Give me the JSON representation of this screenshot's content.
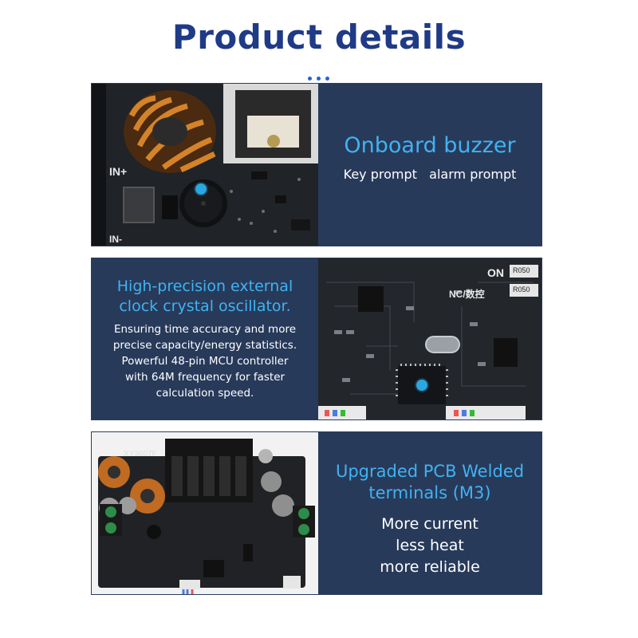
{
  "page": {
    "title": "Product details"
  },
  "sections": [
    {
      "heading": "Onboard buzzer",
      "body": "Key prompt   alarm prompt",
      "image_labels": [
        "IN+",
        "IN-"
      ]
    },
    {
      "heading_lines": [
        "High-precision external",
        "clock crystal oscillator."
      ],
      "body_lines": [
        "Ensuring time accuracy and more",
        "precise capacity/energy statistics.",
        "Powerful 48-pin MCU controller",
        "with 64M frequency for faster",
        "calculation speed."
      ],
      "image_labels": [
        "ON",
        "R050",
        "R050",
        "NC/数控"
      ]
    },
    {
      "heading_lines": [
        "Upgraded PCB Welded",
        "terminals (M3)"
      ],
      "body_lines": [
        "More current",
        "less heat",
        "more reliable"
      ],
      "image_labels": [
        "XY3607F"
      ]
    }
  ],
  "colors": {
    "title": "#1f3a86",
    "panel_bg": "#283a5a",
    "accent": "#3fb3f2",
    "marker": "#2aa7e2"
  }
}
